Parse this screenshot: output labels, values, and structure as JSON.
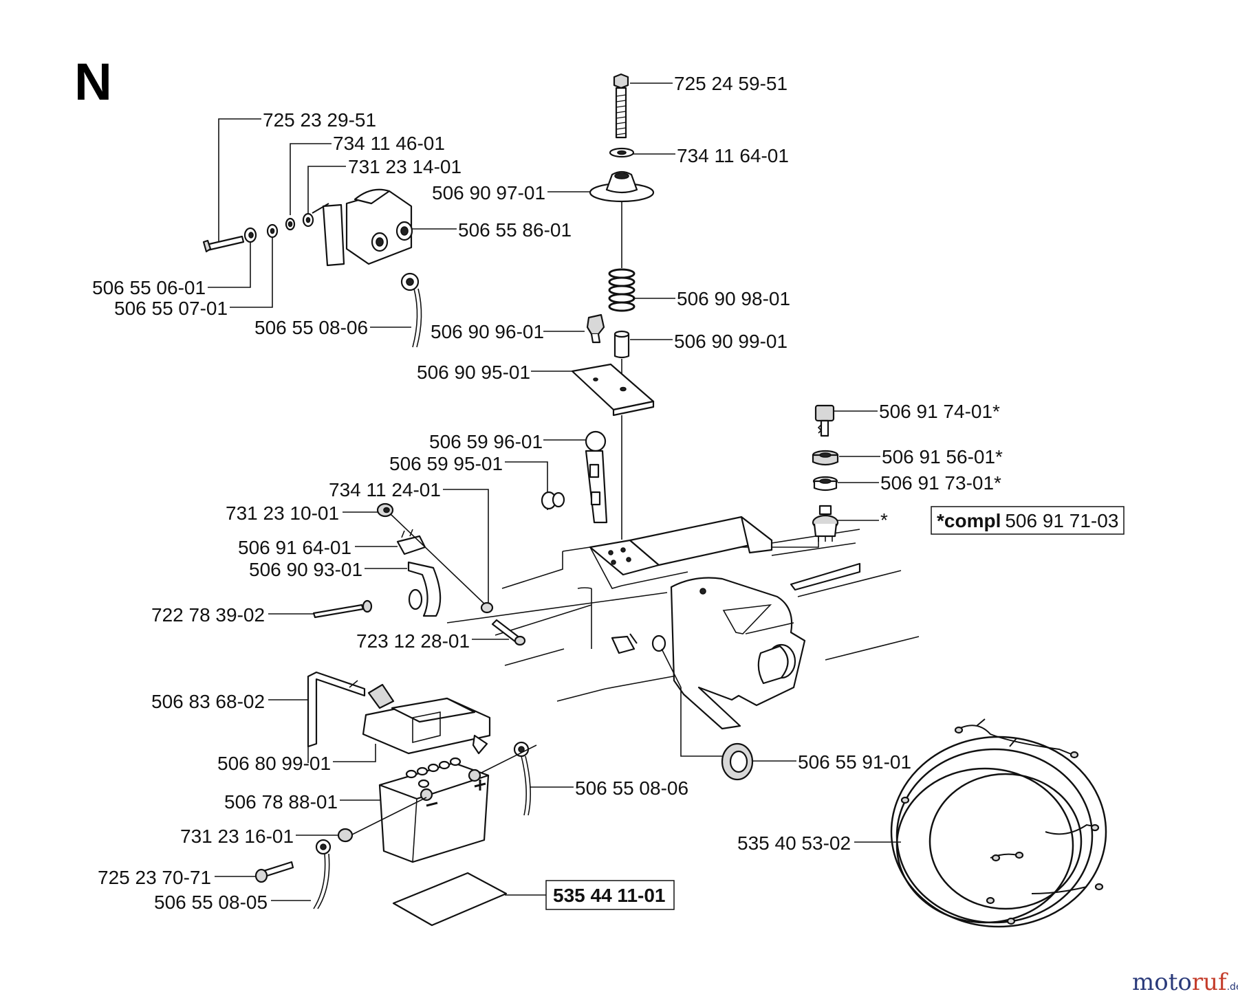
{
  "section_letter": "N",
  "parts": {
    "p01": "725 24 59-51",
    "p02": "734 11 64-01",
    "p03": "506 90 97-01",
    "p04": "725 23 29-51",
    "p05": "734 11 46-01",
    "p06": "731 23 14-01",
    "p07": "506 55 86-01",
    "p08": "506 55 06-01",
    "p09": "506 55 07-01",
    "p10": "506 55 08-06",
    "p11": "506 90 98-01",
    "p12": "506 90 96-01",
    "p13": "506 90 99-01",
    "p14": "506 90 95-01",
    "p15": "506 91 74-01*",
    "p16": "506 59 96-01",
    "p17": "506 91 56-01*",
    "p18": "506 59 95-01",
    "p19": "506 91 73-01*",
    "p20": "734 11 24-01",
    "p21": "731 23 10-01",
    "p22": "*",
    "p23": "506 91 64-01",
    "p24": "506 90 93-01",
    "p25": "722 78 39-02",
    "p26": "723 12 28-01",
    "p27": "506 83 68-02",
    "p28": "506 55 91-01",
    "p29": "506 80 99-01",
    "p30": "506 55 08-06",
    "p31": "506 78 88-01",
    "p32": "535 40 53-02",
    "p33": "731 23 16-01",
    "p34": "725 23 70-71",
    "p35": "506 55 08-05"
  },
  "compl_box": {
    "prefix": "*compl",
    "number": "506 91 71-03"
  },
  "kit_box": {
    "number": "535 44 11-01"
  },
  "watermark": {
    "part1": "moto",
    "part2": "ruf",
    "part3": ".de"
  }
}
